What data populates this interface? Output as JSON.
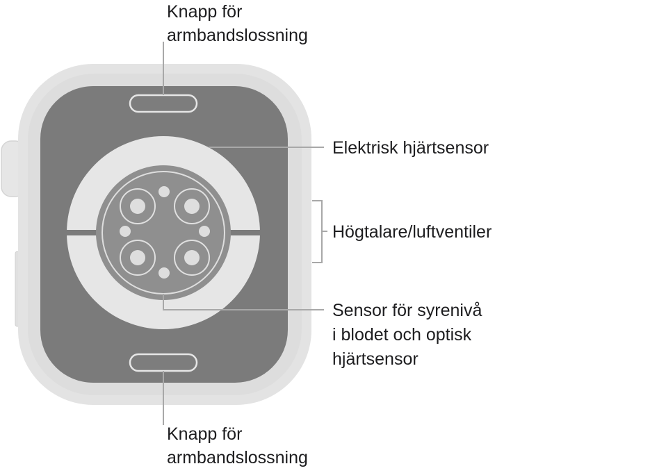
{
  "labels": {
    "band_release_top": [
      "Knapp för",
      "armbandslossning"
    ],
    "electrical_heart_sensor": "Elektrisk hjärtsensor",
    "speaker_air_vents": "Högtalare/luftventiler",
    "blood_oxygen_optical_sensor": [
      "Sensor för syrenivå",
      "i blodet och optisk",
      "hjärtsensor"
    ],
    "band_release_bottom": [
      "Knapp för",
      "armbandslossning"
    ]
  },
  "colors": {
    "case_outer": "#e3e3e3",
    "back_panel": "#7b7b7b",
    "sensor_ring": "#e6e6e6",
    "sensor_core": "#8f8f8f",
    "sensor_light": "#dedede",
    "leader_line": "#a8a8a8",
    "text": "#1d1d1f"
  }
}
